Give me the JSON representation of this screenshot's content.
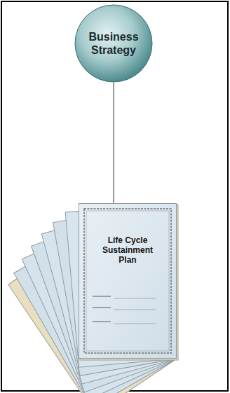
{
  "diagram": {
    "nodes": [
      {
        "text": [
          "Business Strategy"
        ]
      },
      {
        "text": [
          "Life Cycle Sustainment Plan"
        ]
      }
    ],
    "edges": [
      {
        "from": 0,
        "to": 1,
        "arrow": "none"
      }
    ]
  }
}
